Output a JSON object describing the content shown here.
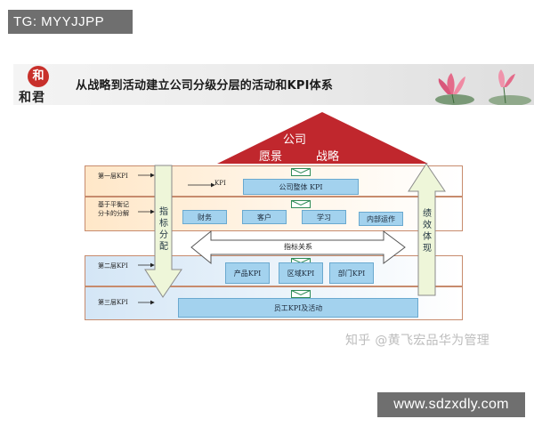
{
  "overlay_top": {
    "text": "TG: MYYJJPP"
  },
  "overlay_bottom": {
    "text": "www.sdzxdly.com"
  },
  "watermark": {
    "text": "知乎 @黄飞宏品华为管理"
  },
  "slide": {
    "logo": {
      "circle_char": "和",
      "text": "和君"
    },
    "title": "从战略到活动建立公司分级分层的活动和KPI体系",
    "roof": {
      "company": "公司",
      "vision": "愿景",
      "strategy": "战略"
    },
    "rows": {
      "level1": "第一层KPI",
      "balanced": [
        "基于平衡记",
        "分卡的分解"
      ],
      "level2": "第二层KPI",
      "level3": "第三层KPI"
    },
    "kpi_arrow_label": "KPI",
    "company_kpi": "公司整体   KPI",
    "scorecard": [
      "财务",
      "客户",
      "学习",
      "内部运作"
    ],
    "relation_label": "指标关系",
    "level2_boxes": [
      "产品KPI",
      "区域KPI",
      "部门KPI"
    ],
    "employee_box": "员工KPI及活动",
    "left_arrow_label": [
      "指",
      "标",
      "分",
      "配"
    ],
    "right_arrow_label": [
      "绩",
      "效",
      "体",
      "现"
    ]
  },
  "colors": {
    "roof": "#c0272d",
    "kpi_box": "#a3d2ee",
    "band_border": "#c78b6d",
    "envelope": "#2e8b57"
  }
}
